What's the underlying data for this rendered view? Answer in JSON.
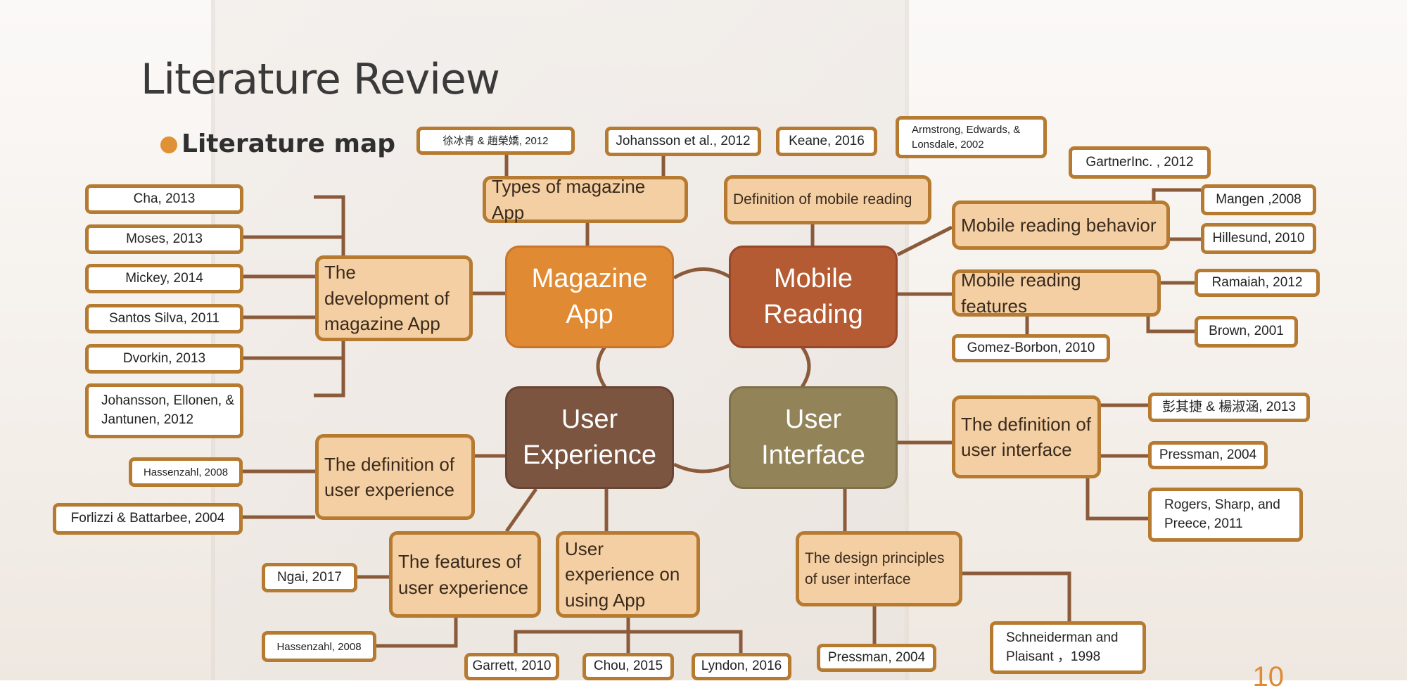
{
  "title": "Literature Review",
  "subtitle": "Literature map",
  "page_number": "10",
  "colors": {
    "accent": "#e09135",
    "hub_magazine": "#e08a33",
    "hub_mobile": "#b45b33",
    "hub_ux": "#7b5540",
    "hub_ui": "#928359",
    "sub_fill": "#f4cfa3",
    "border": "#b67b30",
    "connector": "#8a5a3a"
  },
  "hubs": {
    "magazine_app": "Magazine App",
    "mobile_reading": "Mobile Reading",
    "user_experience": "User Experience",
    "user_interface": "User Interface"
  },
  "topics": {
    "types_magazine_app": "Types of magazine App",
    "dev_magazine_app": "The development of magazine App",
    "def_mobile_reading": "Definition of mobile reading",
    "mobile_reading_behavior": "Mobile reading behavior",
    "mobile_reading_features": "Mobile reading features",
    "def_user_experience": "The definition of user experience",
    "features_user_experience": "The features of user experience",
    "ux_using_app": "User experience on using App",
    "def_user_interface": "The definition of user interface",
    "design_principles_ui": "The design principles of user interface"
  },
  "references": {
    "xu_zhao_2012": "徐冰青 & 趙榮嬌, 2012",
    "johansson_2012": "Johansson et al., 2012",
    "keane_2016": "Keane, 2016",
    "armstrong_2002": "Armstrong, Edwards, & Lonsdale, 2002",
    "gartner_2012": "GartnerInc. , 2012",
    "mangen_2008": "Mangen ,2008",
    "hillesund_2010": "Hillesund, 2010",
    "ramaiah_2012": "Ramaiah, 2012",
    "brown_2001": "Brown, 2001",
    "gomez_2010": "Gomez-Borbon, 2010",
    "cha_2013": "Cha, 2013",
    "moses_2013": "Moses, 2013",
    "mickey_2014": "Mickey, 2014",
    "santos_2011": "Santos Silva, 2011",
    "dvorkin_2013": "Dvorkin, 2013",
    "johansson_ellonen_2012": "Johansson, Ellonen, & Jantunen, 2012",
    "hassenzahl_2008_a": "Hassenzahl, 2008",
    "forlizzi_2004": "Forlizzi & Battarbee, 2004",
    "ngai_2017": "Ngai, 2017",
    "hassenzahl_2008_b": "Hassenzahl, 2008",
    "garrett_2010": "Garrett, 2010",
    "chou_2015": "Chou, 2015",
    "lyndon_2016": "Lyndon, 2016",
    "peng_yang_2013": "彭其捷 & 楊淑涵, 2013",
    "pressman_2004_a": "Pressman, 2004",
    "rogers_2011": "Rogers, Sharp, and Preece, 2011",
    "pressman_2004_b": "Pressman, 2004",
    "schneiderman_1998": "Schneiderman and Plaisant ，1998"
  }
}
